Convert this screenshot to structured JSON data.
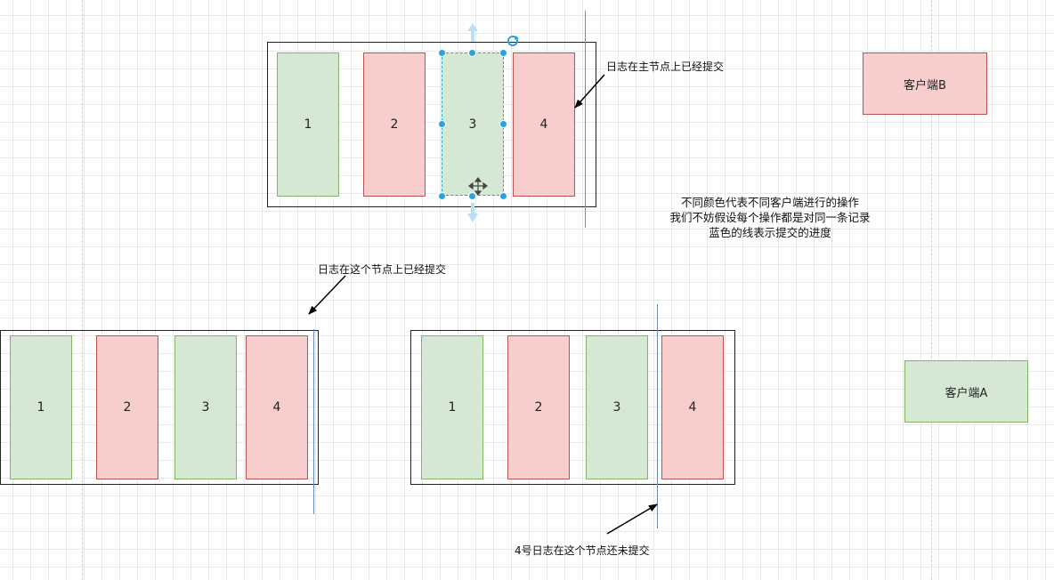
{
  "leader_node": {
    "entries": [
      {
        "label": "1",
        "color": "green"
      },
      {
        "label": "2",
        "color": "red"
      },
      {
        "label": "3",
        "color": "green"
      },
      {
        "label": "4",
        "color": "red"
      }
    ],
    "annotation": "日志在主节点上已经提交"
  },
  "follower_left": {
    "entries": [
      {
        "label": "1",
        "color": "green"
      },
      {
        "label": "2",
        "color": "red"
      },
      {
        "label": "3",
        "color": "green"
      },
      {
        "label": "4",
        "color": "red"
      }
    ],
    "annotation": "日志在这个节点上已经提交"
  },
  "follower_right": {
    "entries": [
      {
        "label": "1",
        "color": "green"
      },
      {
        "label": "2",
        "color": "red"
      },
      {
        "label": "3",
        "color": "green"
      },
      {
        "label": "4",
        "color": "red"
      }
    ],
    "annotation": "4号日志在这个节点还未提交"
  },
  "clients": {
    "b": "客户端B",
    "a": "客户端A"
  },
  "note": {
    "line1": "不同颜色代表不同客户端进行的操作",
    "line2": "我们不妨假设每个操作都是对同一条记录",
    "line3": "蓝色的线表示提交的进度"
  },
  "colors": {
    "green_fill": "#d5e8d4",
    "green_stroke": "#82b366",
    "red_fill": "#f8cecc",
    "red_stroke": "#b85450",
    "commit_line": "#6c8ebf",
    "selection": "#29a3e0"
  }
}
